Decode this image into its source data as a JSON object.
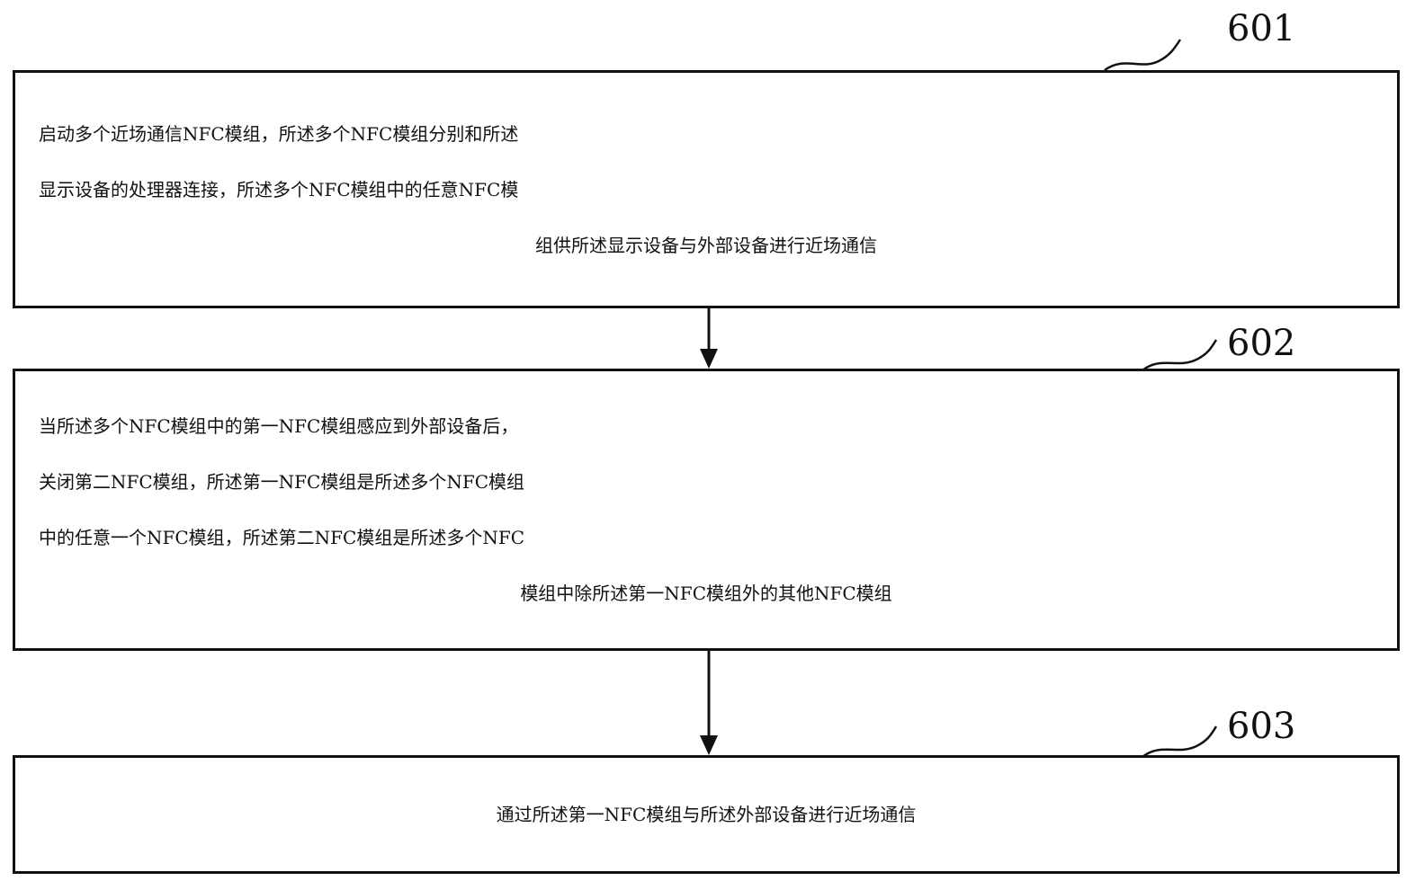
{
  "steps": [
    {
      "ref": "601",
      "lines": [
        "启动多个近场通信NFC模组，所述多个NFC模组分别和所述",
        "显示设备的处理器连接，所述多个NFC模组中的任意NFC模",
        "组供所述显示设备与外部设备进行近场通信"
      ]
    },
    {
      "ref": "602",
      "lines": [
        "当所述多个NFC模组中的第一NFC模组感应到外部设备后，",
        "关闭第二NFC模组，所述第一NFC模组是所述多个NFC模组",
        "中的任意一个NFC模组，所述第二NFC模组是所述多个NFC",
        "模组中除所述第一NFC模组外的其他NFC模组"
      ]
    },
    {
      "ref": "603",
      "lines": [
        "通过所述第一NFC模组与所述外部设备进行近场通信"
      ]
    }
  ]
}
